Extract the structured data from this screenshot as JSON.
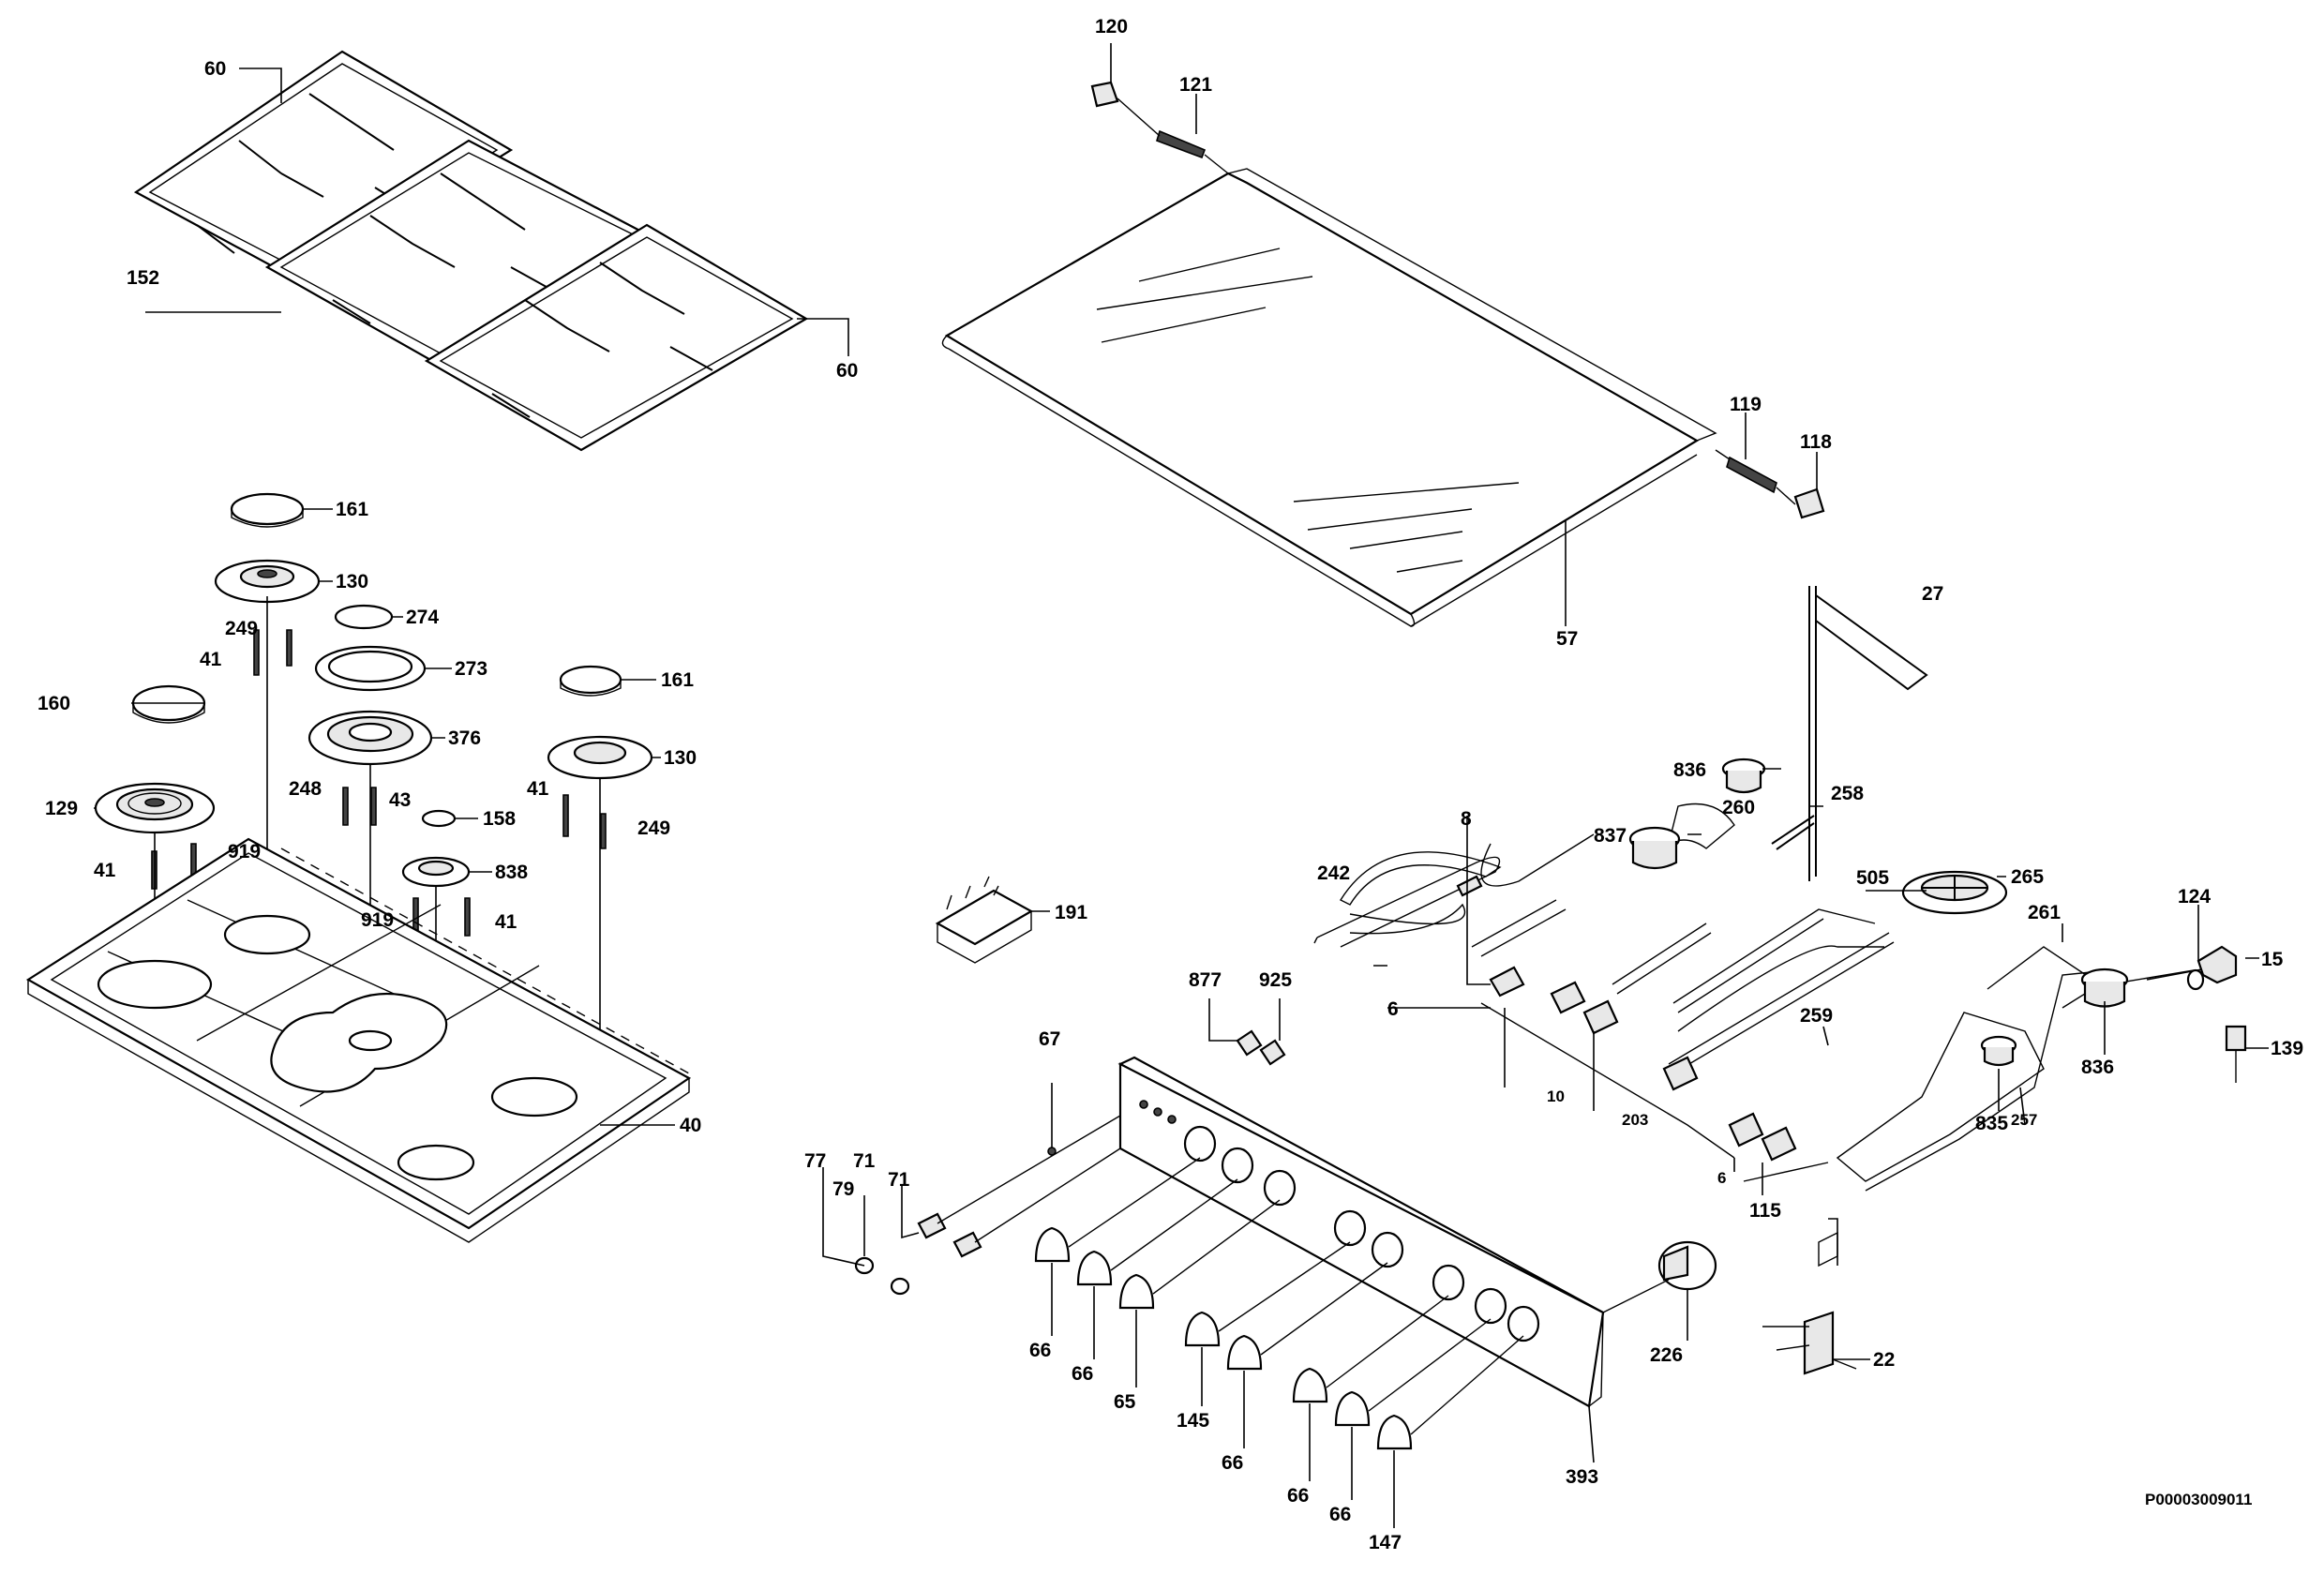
{
  "diagram": {
    "drawing_code": "P00003009011",
    "labels": {
      "l60a": "60",
      "l60b": "60",
      "l152": "152",
      "l120": "120",
      "l121": "121",
      "l119": "119",
      "l118": "118",
      "l57": "57",
      "l161a": "161",
      "l130a": "130",
      "l274": "274",
      "l249a": "249",
      "l41a": "41",
      "l273": "273",
      "l160": "160",
      "l376": "376",
      "l161b": "161",
      "l129": "129",
      "l130b": "130",
      "l248": "248",
      "l43": "43",
      "l41b": "41",
      "l158": "158",
      "l249b": "249",
      "l41c": "41",
      "l919a": "919",
      "l838": "838",
      "l919b": "919",
      "l41d": "41",
      "l40": "40",
      "l27": "27",
      "l836a": "836",
      "l258": "258",
      "l837": "837",
      "l260": "260",
      "l8": "8",
      "l242": "242",
      "l505": "505",
      "l265": "265",
      "l191": "191",
      "l261": "261",
      "l124": "124",
      "l15": "15",
      "l877": "877",
      "l925": "925",
      "l6a": "6",
      "l259": "259",
      "l139": "139",
      "l836b": "836",
      "l67": "67",
      "l10": "10",
      "l203": "203",
      "l257": "257",
      "l835": "835",
      "l77": "77",
      "l71a": "71",
      "l71b": "71",
      "l79": "79",
      "l6b": "6",
      "l115": "115",
      "l22": "22",
      "l226": "226",
      "l66a": "66",
      "l66b": "66",
      "l65": "65",
      "l145": "145",
      "l66c": "66",
      "l66d": "66",
      "l66e": "66",
      "l147": "147",
      "l393": "393"
    }
  }
}
